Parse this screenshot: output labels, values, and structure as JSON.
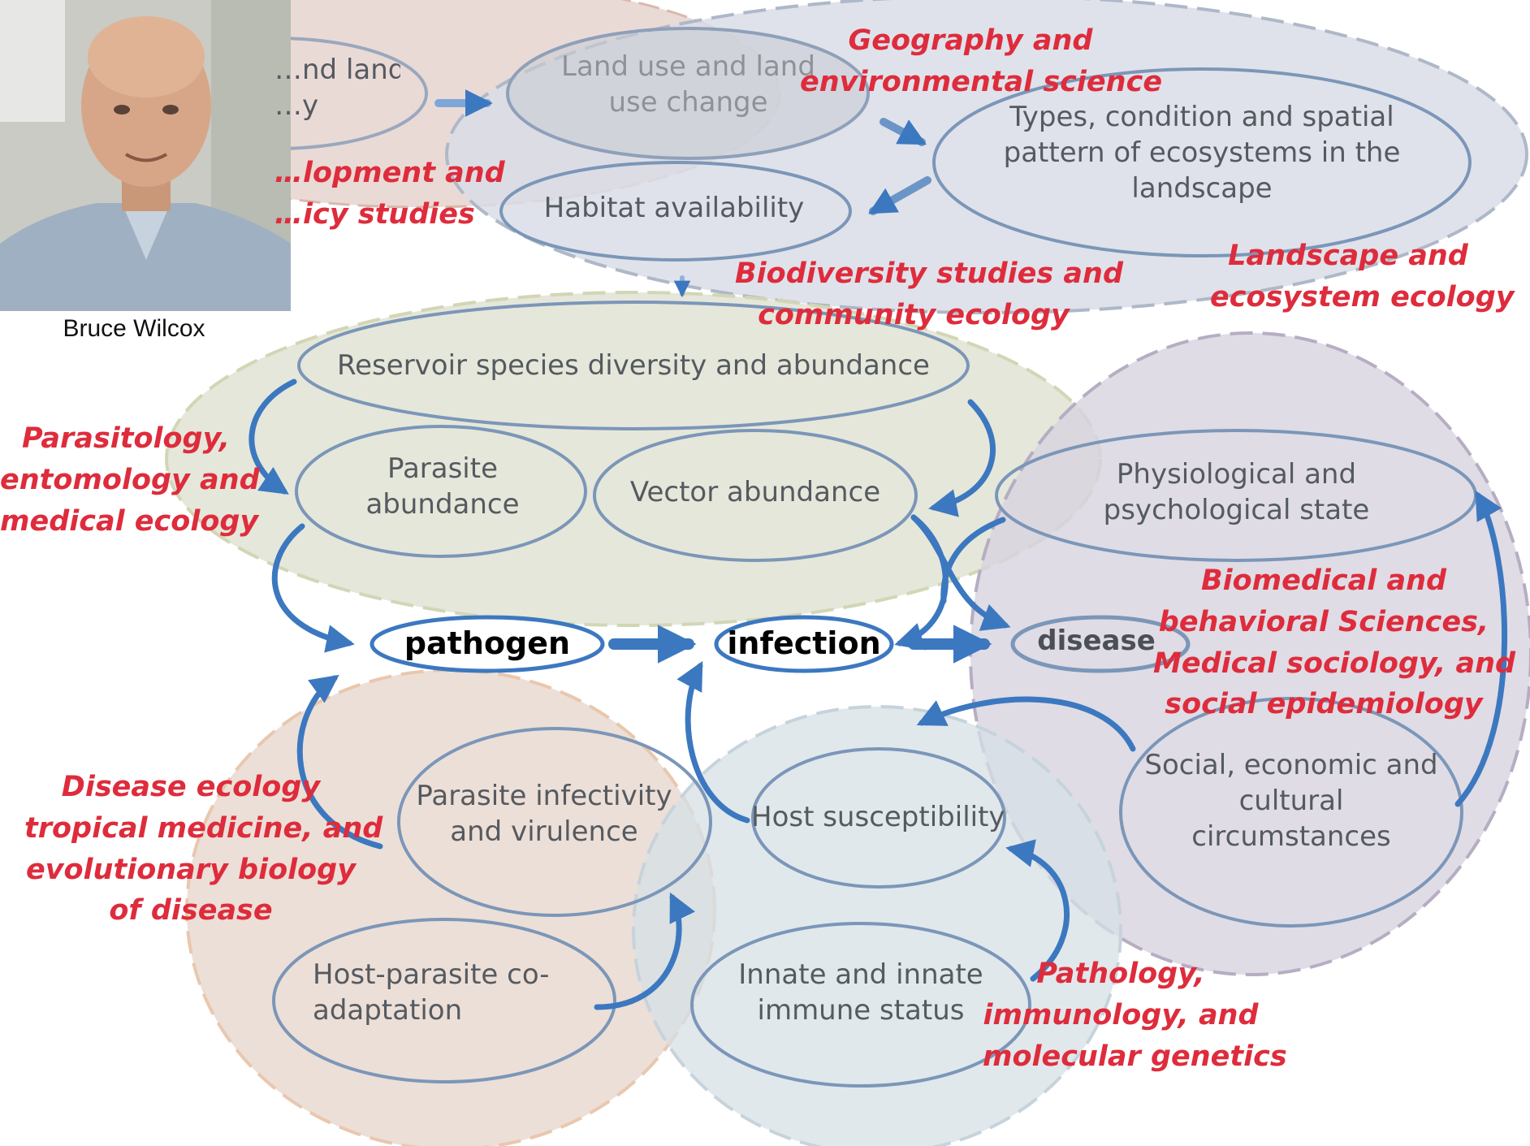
{
  "photo": {
    "caption": "Bruce Wilcox"
  },
  "nodes": {
    "land_use_history": "…nd land\n…y",
    "land_use_change": "Land use and land\nuse change",
    "ecosystems": "Types, condition and spatial\npattern of ecosystems in the\nlandscape",
    "habitat": "Habitat availability",
    "reservoir": "Reservoir species diversity and abundance",
    "parasite_abundance": "Parasite\nabundance",
    "vector_abundance": "Vector abundance",
    "physiological": "Physiological and\npsychological state",
    "pathogen": "pathogen",
    "infection": "infection",
    "disease": "disease",
    "infectivity": "Parasite infectivity\nand virulence",
    "host_susceptibility": "Host susceptibility",
    "social": "Social, economic and\ncultural\ncircumstances",
    "coadaptation": "Host-parasite co-\nadaptation",
    "immune": "Innate and innate\nimmune status"
  },
  "disciplines": {
    "geography": "Geography and\nenvironmental science",
    "development": "…lopment and\n…icy studies",
    "biodiversity": "Biodiversity studies and\ncommunity ecology",
    "landscape": "Landscape and\necosystem ecology",
    "parasitology": "Parasitology,\nentomology and\nmedical ecology",
    "biomedical": "Biomedical and\nbehavioral Sciences,\nMedical sociology, and\nsocial epidemiology",
    "disease_ecology": "Disease ecology\ntropical medicine, and\nevolutionary biology\nof disease",
    "pathology": "Pathology,\nimmunology, and\nmolecular genetics"
  },
  "colors": {
    "discipline_text": "#de2c3c",
    "node_stroke": "#7b96b8",
    "arrow": "#3c78c0",
    "zone_top_left": "#e3cec8",
    "zone_top_right": "#d9dde6",
    "zone_middle": "#e2e4d6",
    "zone_right": "#d7d3df",
    "zone_bottom_left": "#eadcd3",
    "zone_bottom_right": "#d6e0e6"
  },
  "icons": {
    "photo": "portrait-photo"
  }
}
